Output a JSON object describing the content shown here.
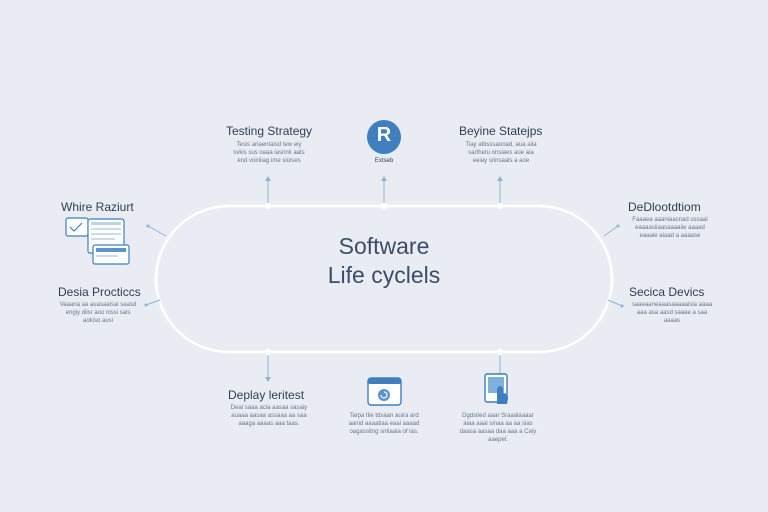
{
  "center": {
    "line1": "Software",
    "line2": "Life cyclels"
  },
  "top_left": {
    "title": "Testing Strategy",
    "lines": [
      "Tesis ariaentaisd tew eiy",
      "svkis sus oaaa iasrink aats",
      "end voiriiiag ime sioises"
    ]
  },
  "top_center": {
    "badge": "R",
    "caption": "Extseb"
  },
  "top_right": {
    "title": "Beyine Statejps",
    "lines": [
      "Tiay atbsssaooad, aua aiia",
      "sarthetu onsiaes aue aia",
      "eeiay srinsaals a aoe"
    ]
  },
  "left_upper": {
    "title": "Whire Raziurt"
  },
  "left_lower": {
    "title": "Desia Procticcs",
    "lines": [
      "Vaaana aa auasaaisai saasd",
      "engiy diisr aoo nissi sais",
      "aokiso ausi"
    ]
  },
  "right_upper": {
    "title": "DeDlootdtiom",
    "lines": [
      "Faaaea aaaniaasnad ussaal",
      "eaaaasiiaasaaaaiie aaaad",
      "eaaaie aiaad a aaaase"
    ]
  },
  "right_lower": {
    "title": "Secica Devics",
    "lines": [
      "saaeaaneaaasaaaaaisia aaaa",
      "aaa asa aasd saaae a saa",
      "aaaas"
    ]
  },
  "bottom_left": {
    "title": "Deplay leritest",
    "lines": [
      "Deai saaa acia aasaa sasaiy",
      "auaaa aasaa assaaa aa saa",
      "aaaga aaaas aaa taas."
    ]
  },
  "bottom_center": {
    "lines": [
      "Tarpa tlie tdxaan auira ard",
      "aanid aaaatiaa eaai aaaad",
      "oagassitng sntiaaia of las."
    ]
  },
  "bottom_right": {
    "lines": [
      "Dgdstied aaar Sraaalaaaar",
      "aiaa aaai sinaa aa aa sias",
      "daasa aasaa daa aaa a Caiy",
      "aaepel."
    ]
  },
  "colors": {
    "accent": "#3f7fc0",
    "line": "#ffffff",
    "text": "#2f3d55"
  }
}
